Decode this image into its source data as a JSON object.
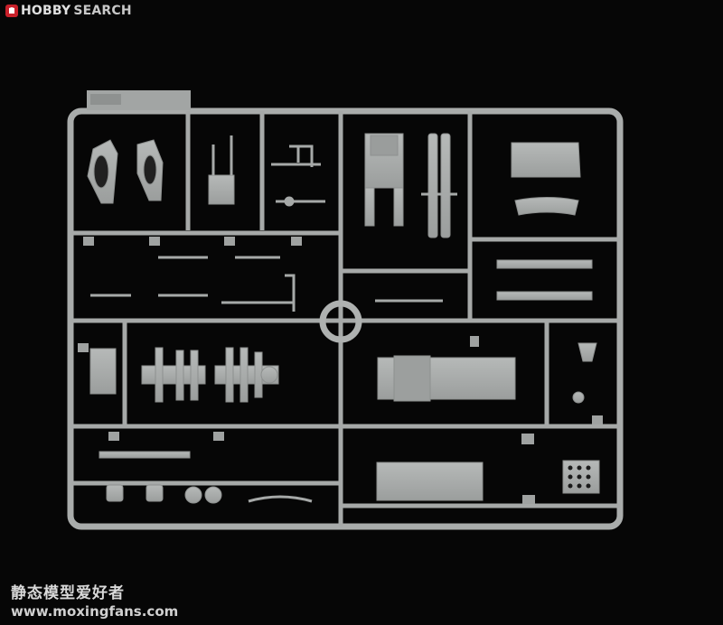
{
  "branding": {
    "logo_hobby": "HOBBY",
    "logo_search": "SEARCH",
    "logo_icon": "hobbysearch-logo-icon"
  },
  "watermark": {
    "chinese": "静态模型爱好者",
    "url": "www.moxingfans.com"
  },
  "colors": {
    "background": "#060606",
    "plastic": "#a9acab",
    "plastic_dark": "#7f8281"
  }
}
